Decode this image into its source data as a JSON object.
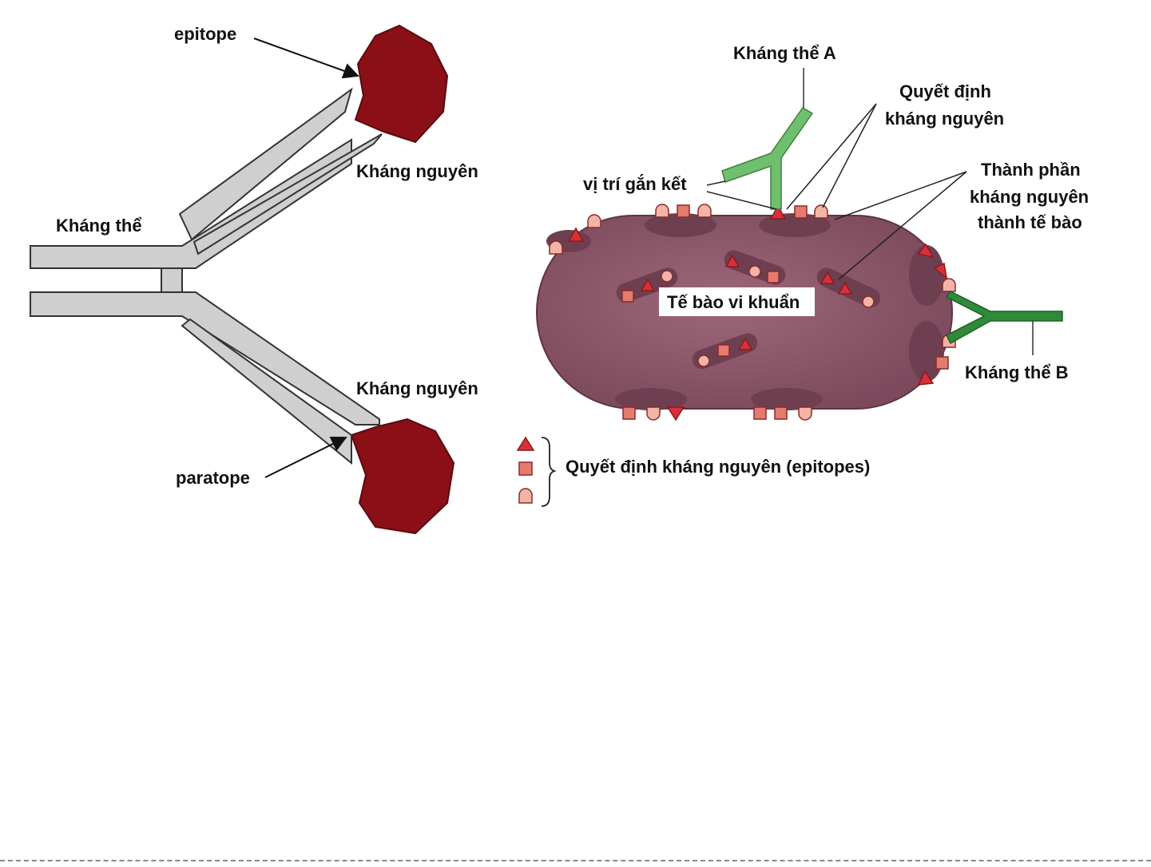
{
  "left_diagram": {
    "epitope_label": "epitope",
    "antigen_top_label": "Kháng nguyên",
    "antibody_label": "Kháng thể",
    "antigen_bottom_label": "Kháng nguyên",
    "paratope_label": "paratope"
  },
  "right_diagram": {
    "antibody_a_label": "Kháng thể A",
    "determinant_label_line1": "Quyết định",
    "determinant_label_line2": "kháng nguyên",
    "binding_site_label": "vị trí gắn kết",
    "component_label_line1": "Thành phần",
    "component_label_line2": "kháng nguyên",
    "component_label_line3": "thành tế bào",
    "cell_label": "Tế bào vi khuẩn",
    "antibody_b_label": "Kháng thể B",
    "legend_label": "Quyết định kháng nguyên (epitopes)"
  },
  "colors": {
    "antigen": "#8a0f16",
    "antibody_arm": "#cfcfcf",
    "cell_body": "#8d5a6c",
    "cell_patch": "#6e3f50",
    "epitope_fill": "#e57a6f",
    "antibody_a": "#6fbf6f",
    "antibody_b": "#2f8a3a"
  },
  "icons": {
    "triangle": "epitope-triangle-icon",
    "square": "epitope-square-icon",
    "dome": "epitope-dome-icon"
  }
}
